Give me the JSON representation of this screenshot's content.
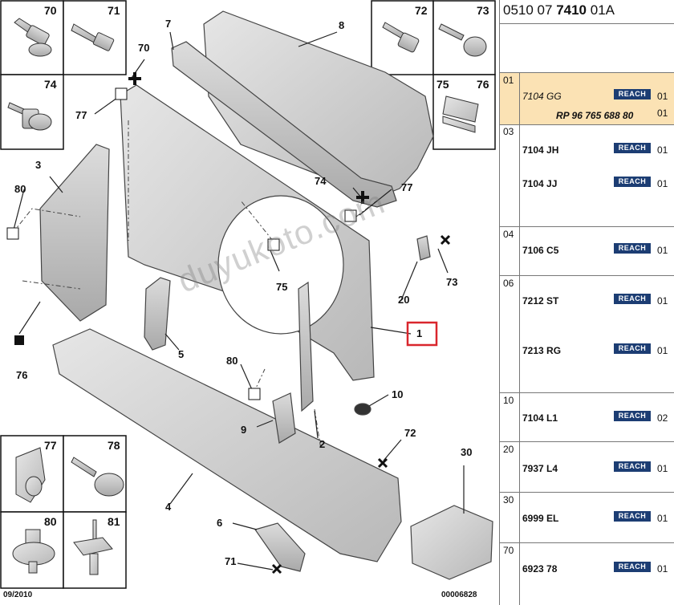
{
  "diagram": {
    "callouts": {
      "c1": "1",
      "c2": "2",
      "c3": "3",
      "c4": "4",
      "c5": "5",
      "c6": "6",
      "c7": "7",
      "c8": "8",
      "c9": "9",
      "c10": "10",
      "c20": "20",
      "c30": "30",
      "c71": "71",
      "c72": "72",
      "c73": "73",
      "c74": "74",
      "c75": "75",
      "c76": "76",
      "c77": "77",
      "c80": "80",
      "c70": "70",
      "c77b": "77",
      "c80b": "80"
    },
    "boxes": [
      "70",
      "71",
      "74",
      "72",
      "73",
      "75",
      "76",
      "77",
      "78",
      "80",
      "81"
    ],
    "footer_left": "09/2010",
    "footer_right": "00006828",
    "watermark": "duyukoto.com",
    "highlight_color": "#d9262d"
  },
  "panel": {
    "header_pre": "0510 07 ",
    "header_bold": "7410",
    "header_post": " 01A",
    "highlight_color": "#fbe2b4",
    "reach_color": "#1c3d73",
    "reach_label": "REACH",
    "groups": [
      {
        "num": "01",
        "items": [
          {
            "code": "7104 GG",
            "qty": "01",
            "ref": "RP 96 765 688 80",
            "ref_qty": "01"
          }
        ]
      },
      {
        "num": "03",
        "items": [
          {
            "code": "7104 JH",
            "qty": "01"
          },
          {
            "code": "7104 JJ",
            "qty": "01"
          }
        ]
      },
      {
        "num": "04",
        "items": [
          {
            "code": "7106 C5",
            "qty": "01"
          }
        ]
      },
      {
        "num": "06",
        "items": [
          {
            "code": "7212 ST",
            "qty": "01"
          },
          {
            "code": "7213 RG",
            "qty": "01"
          }
        ]
      },
      {
        "num": "10",
        "items": [
          {
            "code": "7104 L1",
            "qty": "02"
          }
        ]
      },
      {
        "num": "20",
        "items": [
          {
            "code": "7937 L4",
            "qty": "01"
          }
        ]
      },
      {
        "num": "30",
        "items": [
          {
            "code": "6999 EL",
            "qty": "01"
          }
        ]
      },
      {
        "num": "70",
        "items": [
          {
            "code": "6923 78",
            "qty": "01"
          }
        ]
      }
    ]
  }
}
